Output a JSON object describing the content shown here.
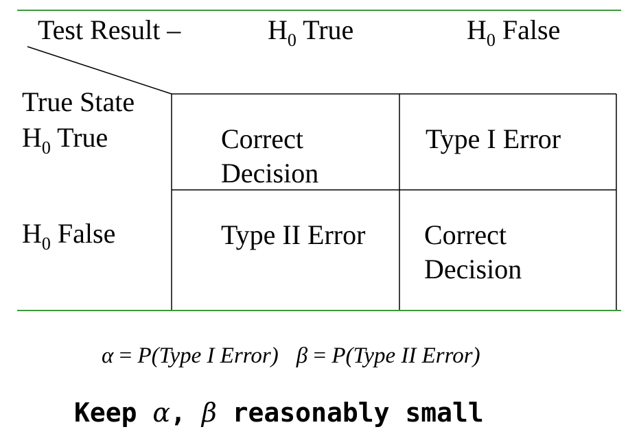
{
  "header": {
    "test_result_label": "Test Result –",
    "col1": {
      "prefix": "H",
      "sub": "0",
      "suffix": " True"
    },
    "col2": {
      "prefix": "H",
      "sub": "0",
      "suffix": " False"
    }
  },
  "rows": {
    "true_state_label": "True State",
    "row1": {
      "prefix": "H",
      "sub": "0",
      "suffix": " True"
    },
    "row2": {
      "prefix": "H",
      "sub": "0",
      "suffix": " False"
    }
  },
  "cells": {
    "r1c1": [
      "Correct",
      "Decision"
    ],
    "r1c2": [
      "Type I Error"
    ],
    "r2c1": [
      "Type II Error"
    ],
    "r2c2": [
      "Correct",
      "Decision"
    ]
  },
  "formula": {
    "alpha": "α",
    "beta": "β",
    "equals": " = ",
    "type1": "P(Type I Error)",
    "type2": "P(Type II Error)"
  },
  "note": {
    "keep": "Keep ",
    "alpha": "α",
    "comma": ", ",
    "beta": "β",
    "rest": " reasonably small"
  },
  "colors": {
    "rule": "#3a9a3a",
    "text": "#000000",
    "grid_line": "#000000"
  }
}
